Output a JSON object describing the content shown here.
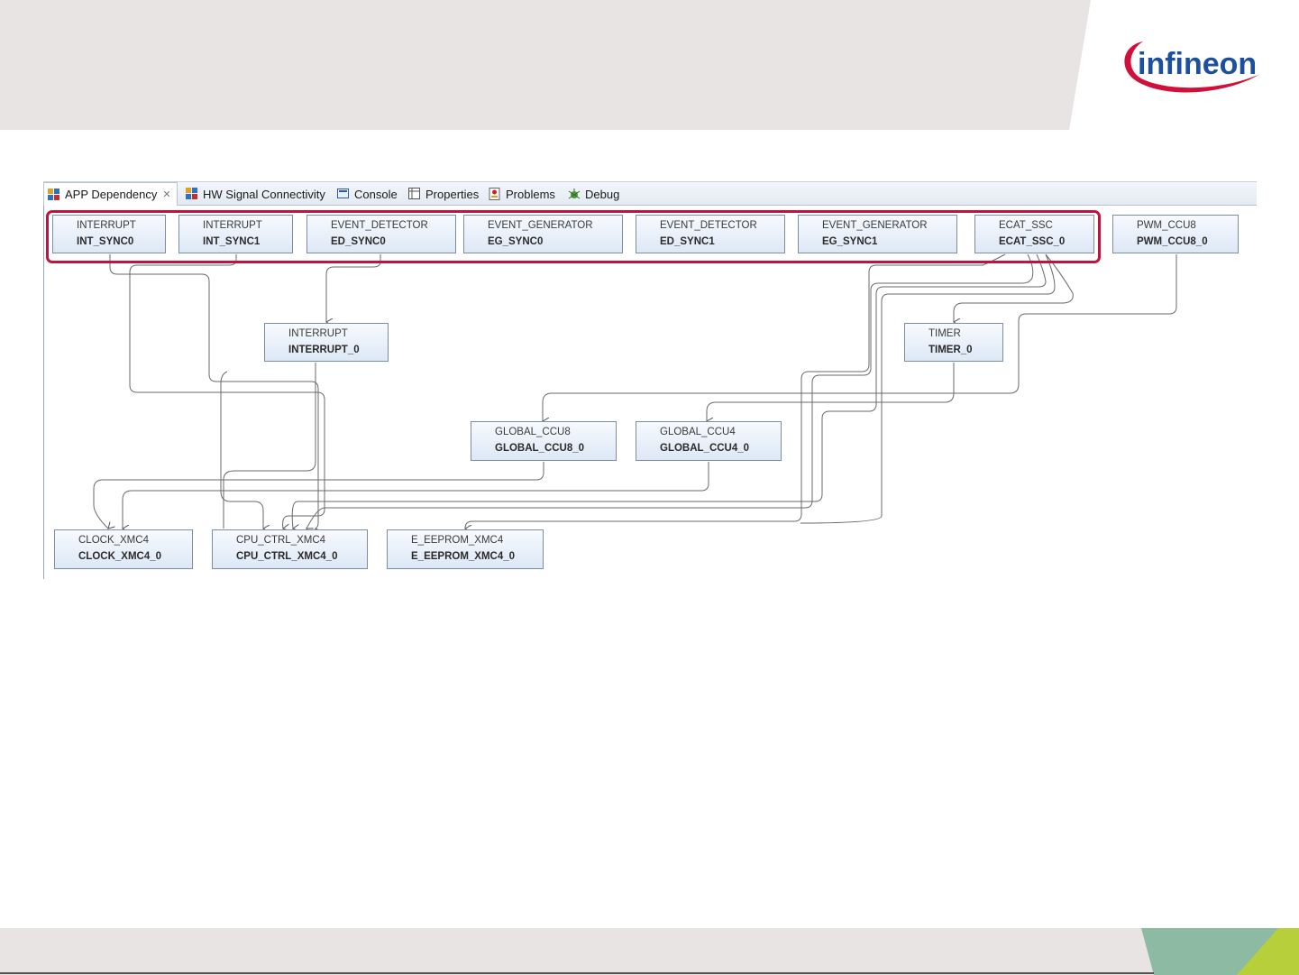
{
  "brand": {
    "logo_text": "infineon",
    "logo_color": "#1d4f9f",
    "swoosh_color": "#d0103a"
  },
  "tabs": [
    {
      "label": "APP Dependency",
      "icon": "app-dependency-icon",
      "active": true
    },
    {
      "label": "HW Signal Connectivity",
      "icon": "hw-signal-icon",
      "active": false
    },
    {
      "label": "Console",
      "icon": "console-icon",
      "active": false
    },
    {
      "label": "Properties",
      "icon": "properties-icon",
      "active": false
    },
    {
      "label": "Problems",
      "icon": "problems-icon",
      "active": false
    },
    {
      "label": "Debug",
      "icon": "debug-icon",
      "active": false
    }
  ],
  "nodes": [
    {
      "type": "INTERRUPT",
      "instance": "INT_SYNC0"
    },
    {
      "type": "INTERRUPT",
      "instance": "INT_SYNC1"
    },
    {
      "type": "EVENT_DETECTOR",
      "instance": "ED_SYNC0"
    },
    {
      "type": "EVENT_GENERATOR",
      "instance": "EG_SYNC0"
    },
    {
      "type": "EVENT_DETECTOR",
      "instance": "ED_SYNC1"
    },
    {
      "type": "EVENT_GENERATOR",
      "instance": "EG_SYNC1"
    },
    {
      "type": "ECAT_SSC",
      "instance": "ECAT_SSC_0"
    },
    {
      "type": "PWM_CCU8",
      "instance": "PWM_CCU8_0"
    },
    {
      "type": "INTERRUPT",
      "instance": "INTERRUPT_0"
    },
    {
      "type": "TIMER",
      "instance": "TIMER_0"
    },
    {
      "type": "GLOBAL_CCU8",
      "instance": "GLOBAL_CCU8_0"
    },
    {
      "type": "GLOBAL_CCU4",
      "instance": "GLOBAL_CCU4_0"
    },
    {
      "type": "CLOCK_XMC4",
      "instance": "CLOCK_XMC4_0"
    },
    {
      "type": "CPU_CTRL_XMC4",
      "instance": "CPU_CTRL_XMC4_0"
    },
    {
      "type": "E_EEPROM_XMC4",
      "instance": "E_EEPROM_XMC4_0"
    }
  ],
  "colors": {
    "highlight": "#c6123a",
    "header_band": "#e8e4e4",
    "footer_green": "#8dbaa3",
    "footer_lime": "#b6cf3a"
  }
}
